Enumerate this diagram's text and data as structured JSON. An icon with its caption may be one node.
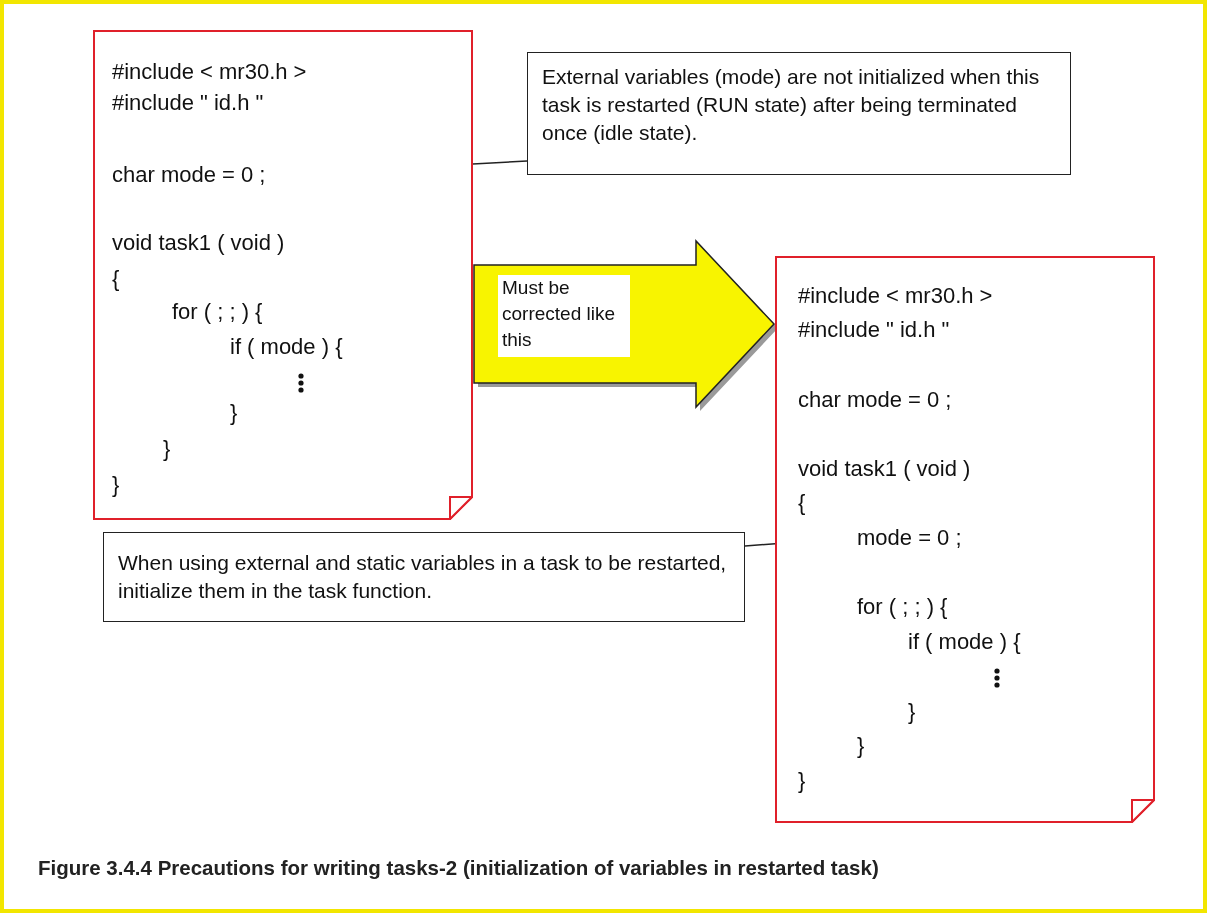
{
  "diagram": {
    "caption": "Figure 3.4.4 Precautions for writing tasks-2 (initialization of variables in restarted task)",
    "nodes": [
      {
        "text": [
          "#include < mr30.h >",
          "#include \" id.h \"",
          "void task1 ( void )",
          "{",
          "for ( ; ; ) {",
          "if ( mode ) {",
          "}",
          "}",
          "}"
        ]
      },
      {
        "text": [
          "char mode = 0 ;"
        ],
        "in": 0
      },
      {
        "text": [
          "External variables (mode) are not initialized when this task is restarted (RUN state) after being terminated once (idle state)."
        ]
      },
      {
        "text": [
          "#include < mr30.h >",
          "#include \" id.h \"",
          "char mode = 0 ;",
          "void task1 ( void )",
          "{",
          "for ( ; ; ) {",
          "if ( mode ) {",
          "}",
          "}",
          "}"
        ]
      },
      {
        "text": [
          "mode = 0 ;"
        ],
        "in": 3
      },
      {
        "text": [
          "When using external and static variables in a task to be restarted, initialize them in the task function."
        ]
      }
    ],
    "edges": [
      {
        "from": 0,
        "to": 3,
        "arrow": "to",
        "label": "Must be corrected like this"
      },
      {
        "from": 2,
        "to": 1,
        "arrow": "none"
      },
      {
        "from": 5,
        "to": 4,
        "arrow": "none"
      }
    ]
  }
}
